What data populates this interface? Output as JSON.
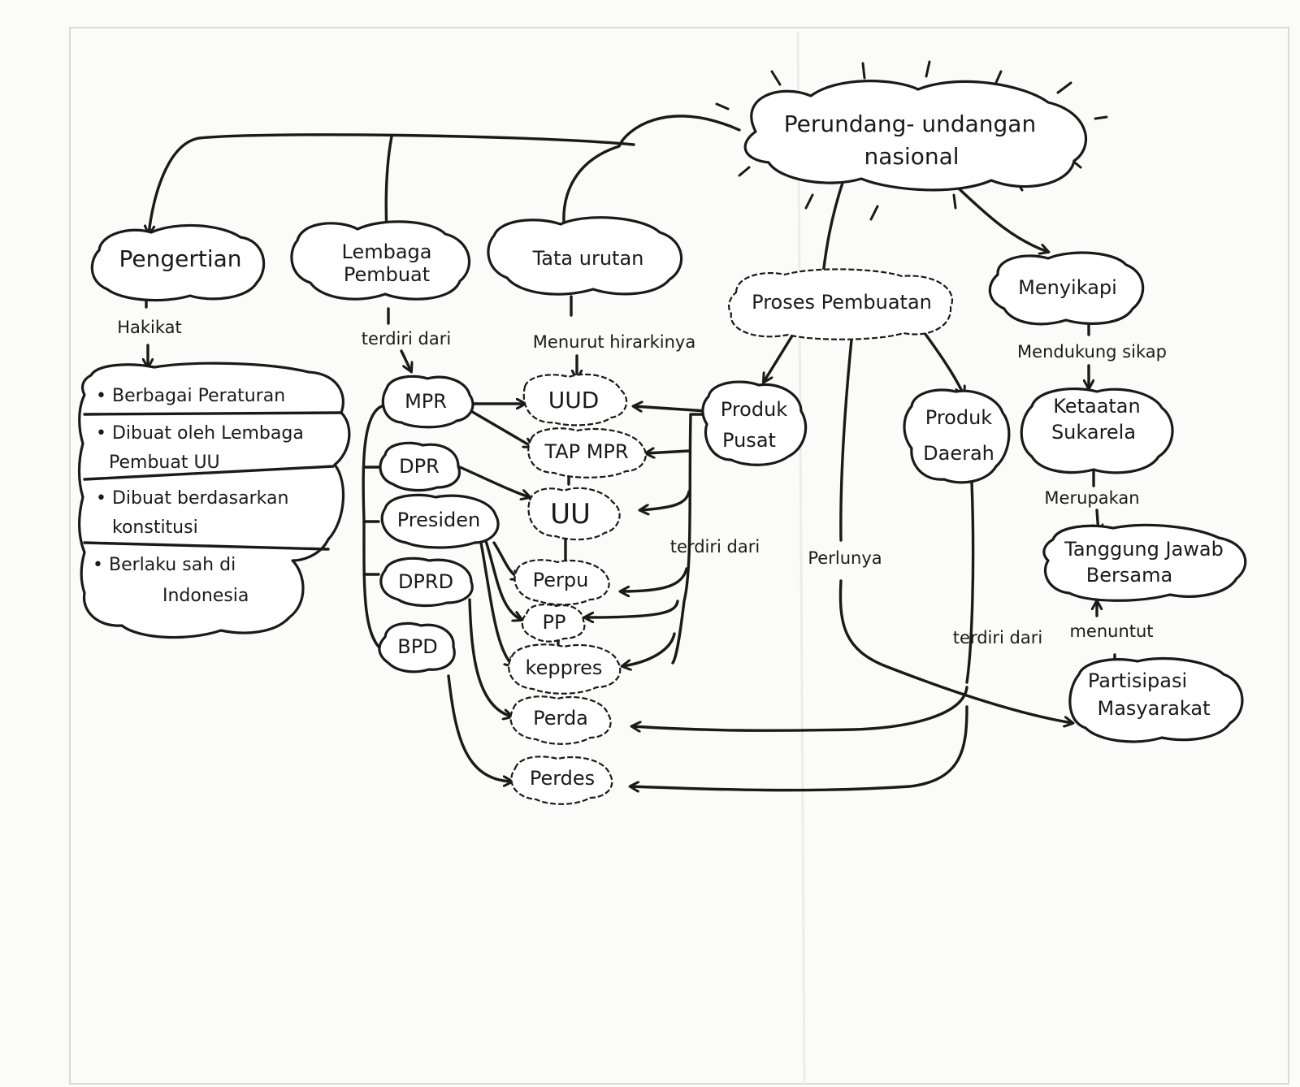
{
  "center": {
    "line1": "Perundang- undangan",
    "line2": "nasional"
  },
  "nodes": {
    "pengertian": "Pengertian",
    "lembaga": {
      "line1": "Lembaga",
      "line2": "Pembuat"
    },
    "tata_urutan": "Tata urutan",
    "proses": "Proses Pembuatan",
    "menyikapi": "Menyikapi",
    "produk_pusat": {
      "line1": "Produk",
      "line2": "Pusat"
    },
    "produk_daerah": {
      "line1": "Produk",
      "line2": "Daerah"
    },
    "ketaatan": {
      "line1": "Ketaatan",
      "line2": "Sukarela"
    },
    "tanggung_jawab": {
      "line1": "Tanggung Jawab",
      "line2": "Bersama"
    },
    "partisipasi": {
      "line1": "Partisipasi",
      "line2": "Masyarakat"
    }
  },
  "hakikat_list": {
    "item1": "• Berbagai Peraturan",
    "item2a": "• Dibuat oleh Lembaga",
    "item2b": "Pembuat UU",
    "item3a": "• Dibuat berdasarkan",
    "item3b": "konstitusi",
    "item4a": "• Berlaku sah di",
    "item4b": "Indonesia"
  },
  "lembaga_items": [
    "MPR",
    "DPR",
    "Presiden",
    "DPRD",
    "BPD"
  ],
  "hierarchy_items": [
    "UUD",
    "TAP MPR",
    "UU",
    "Perpu",
    "PP",
    "keppres",
    "Perda",
    "Perdes"
  ],
  "labels": {
    "hakikat": "Hakikat",
    "terdiri_dari_1": "terdiri dari",
    "menurut_hirarkinya": "Menurut hirarkinya",
    "terdiri_dari_2": "terdiri dari",
    "perlunya": "Perlunya",
    "terdiri_dari_3": "terdiri dari",
    "mendukung_sikap": "Mendukung sikap",
    "merupakan": "Merupakan",
    "menuntut": "menuntut"
  }
}
